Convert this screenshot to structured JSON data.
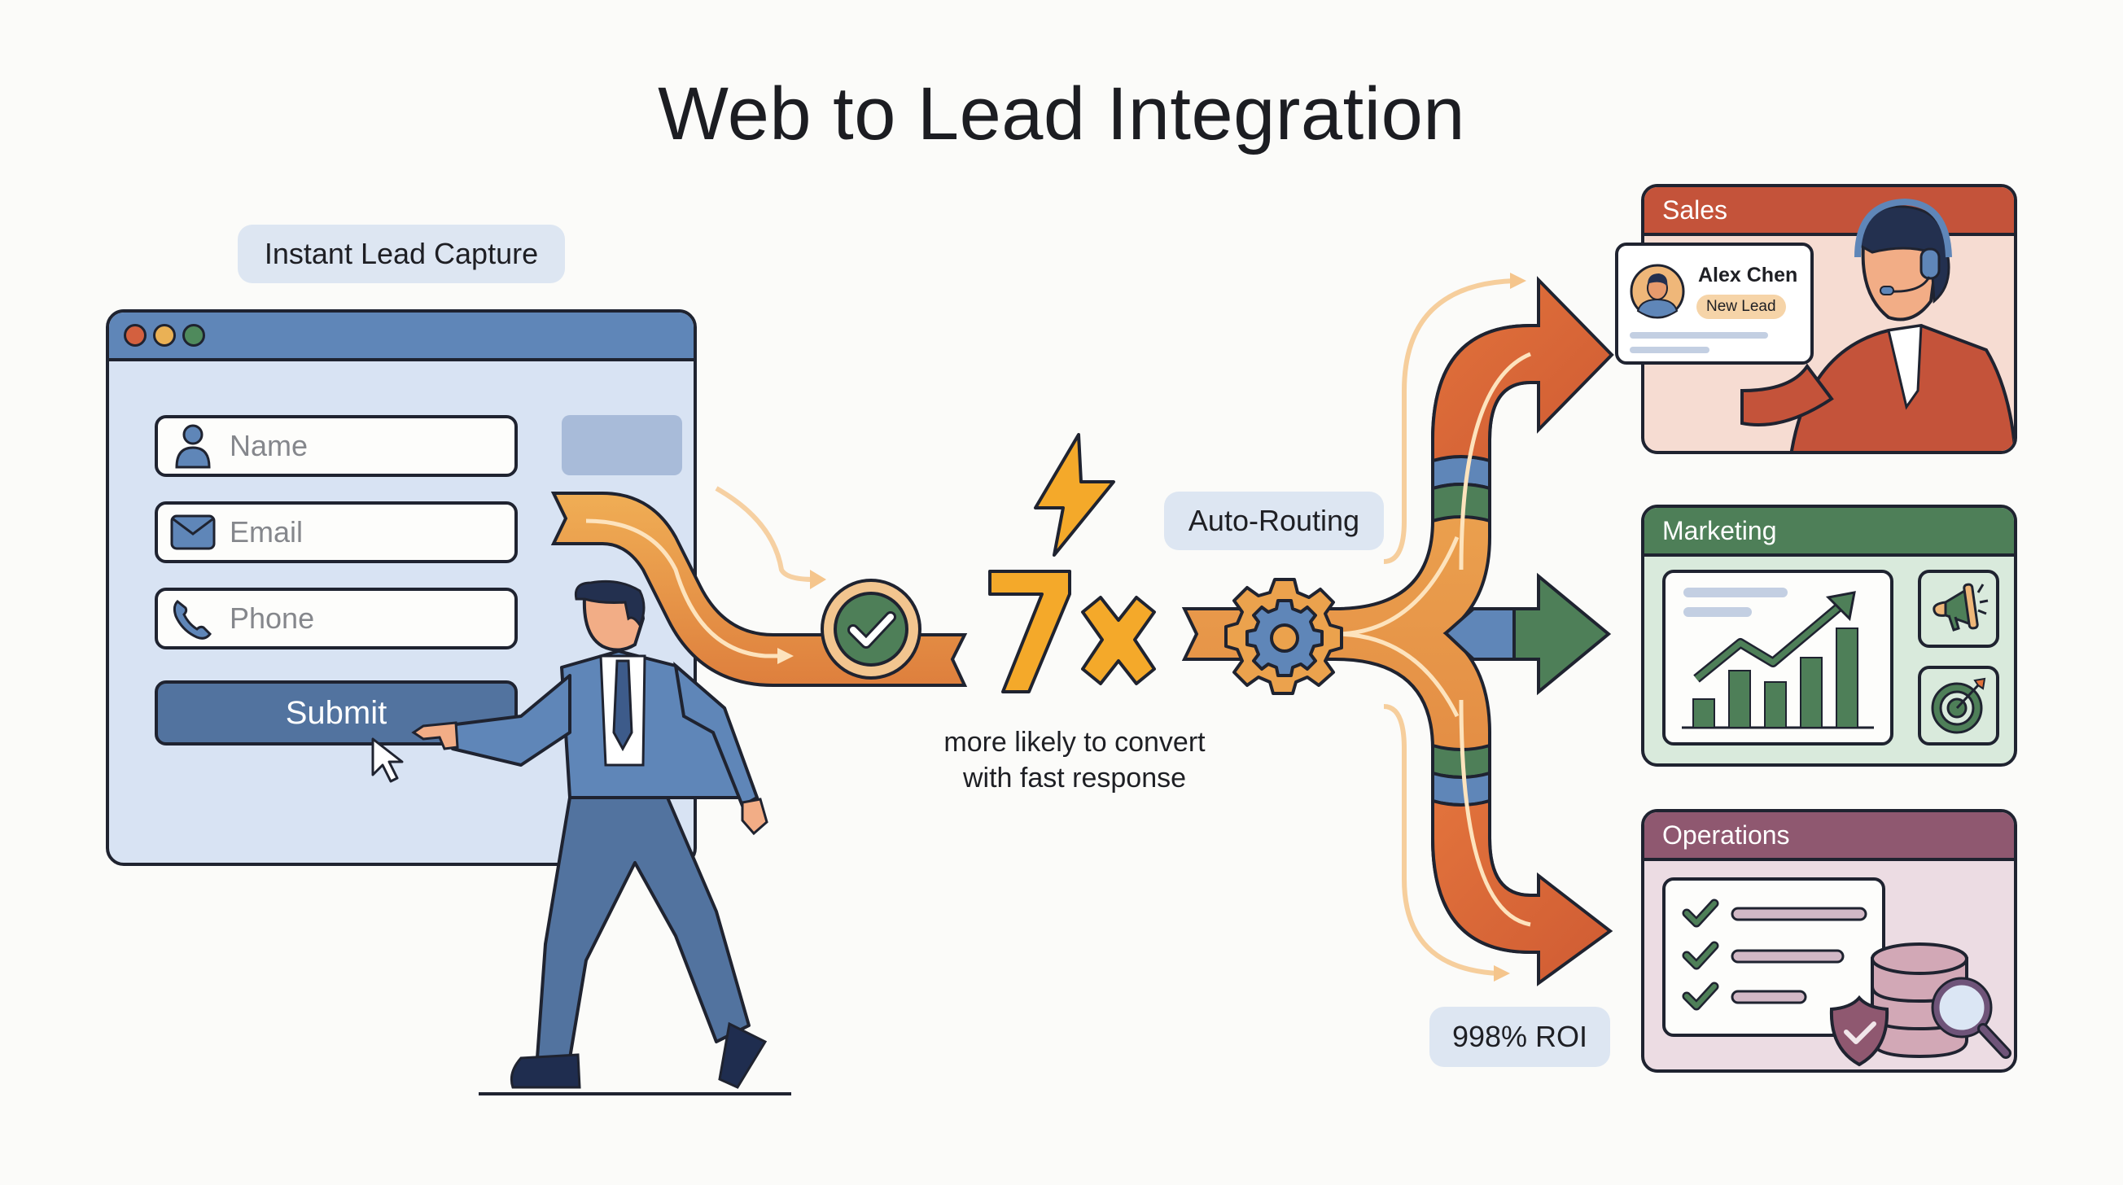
{
  "title": "Web to Lead Integration",
  "labels": {
    "lead_capture": "Instant Lead Capture",
    "auto_routing": "Auto-Routing",
    "roi": "998% ROI"
  },
  "form": {
    "window_controls": [
      "close",
      "minimize",
      "maximize"
    ],
    "fields": [
      {
        "placeholder": "Name",
        "icon": "user-icon"
      },
      {
        "placeholder": "Email",
        "icon": "envelope-icon"
      },
      {
        "placeholder": "Phone",
        "icon": "phone-icon"
      }
    ],
    "submit_label": "Submit"
  },
  "stat": {
    "value": "7×",
    "caption_line1": "more likely to convert",
    "caption_line2": "with fast response"
  },
  "departments": [
    {
      "name": "Sales",
      "color": "#c4533a",
      "bg": "#f6dcd2"
    },
    {
      "name": "Marketing",
      "color": "#4e7f58",
      "bg": "#d9eadc"
    },
    {
      "name": "Operations",
      "color": "#8f5870",
      "bg": "#ecdce3"
    }
  ],
  "lead_card": {
    "name": "Alex Chen",
    "badge": "New Lead"
  },
  "colors": {
    "flow_orange": "#eba24d",
    "flow_dark_orange": "#d9703c",
    "primary_blue": "#5f86b8",
    "success_green": "#4e7f58",
    "bolt_yellow": "#f4a92a"
  }
}
